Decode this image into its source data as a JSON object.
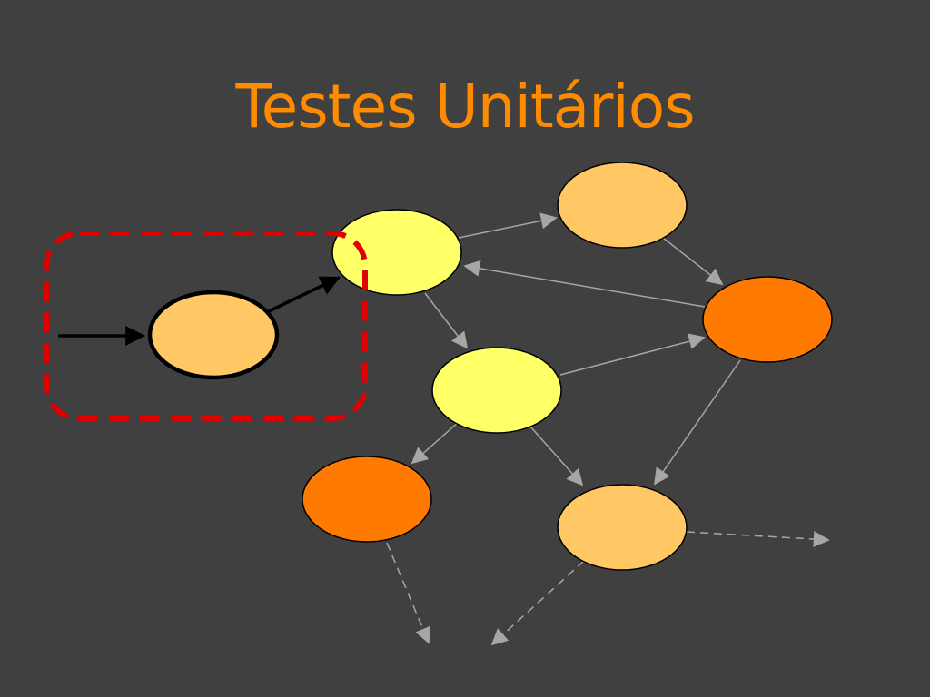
{
  "slide": {
    "title": "Testes Unitários",
    "title_color": "#FF8C00",
    "background": "#404040"
  },
  "colors": {
    "node_light_orange": "#FFC864",
    "node_yellow": "#FFFF66",
    "node_dark_orange": "#FF7A00",
    "edge": "#A6A6A6",
    "highlight_edge": "#000000",
    "focus_box": "#E00000"
  },
  "diagram": {
    "nodes": [
      {
        "id": "unit",
        "fill": "node_light_orange",
        "focused": true
      },
      {
        "id": "y1",
        "fill": "node_yellow"
      },
      {
        "id": "lo1",
        "fill": "node_light_orange"
      },
      {
        "id": "do1",
        "fill": "node_dark_orange"
      },
      {
        "id": "y2",
        "fill": "node_yellow"
      },
      {
        "id": "do2",
        "fill": "node_dark_orange"
      },
      {
        "id": "lo2",
        "fill": "node_light_orange"
      }
    ],
    "edges": [
      {
        "from": "external",
        "to": "unit",
        "style": "highlight"
      },
      {
        "from": "unit",
        "to": "y1",
        "style": "highlight"
      },
      {
        "from": "y1",
        "to": "lo1",
        "style": "solid"
      },
      {
        "from": "lo1",
        "to": "do1",
        "style": "solid"
      },
      {
        "from": "do1",
        "to": "y1",
        "style": "solid"
      },
      {
        "from": "y1",
        "to": "y2",
        "style": "solid"
      },
      {
        "from": "y2",
        "to": "do1",
        "style": "solid"
      },
      {
        "from": "do1",
        "to": "lo2",
        "style": "solid"
      },
      {
        "from": "y2",
        "to": "do2",
        "style": "solid"
      },
      {
        "from": "y2",
        "to": "lo2",
        "style": "solid"
      },
      {
        "from": "do2",
        "to": "outside",
        "style": "dashed"
      },
      {
        "from": "lo2",
        "to": "outside",
        "style": "dashed"
      },
      {
        "from": "lo2",
        "to": "outside",
        "style": "dashed"
      }
    ],
    "focus_box": {
      "encloses": "unit",
      "style": "dashed"
    }
  }
}
